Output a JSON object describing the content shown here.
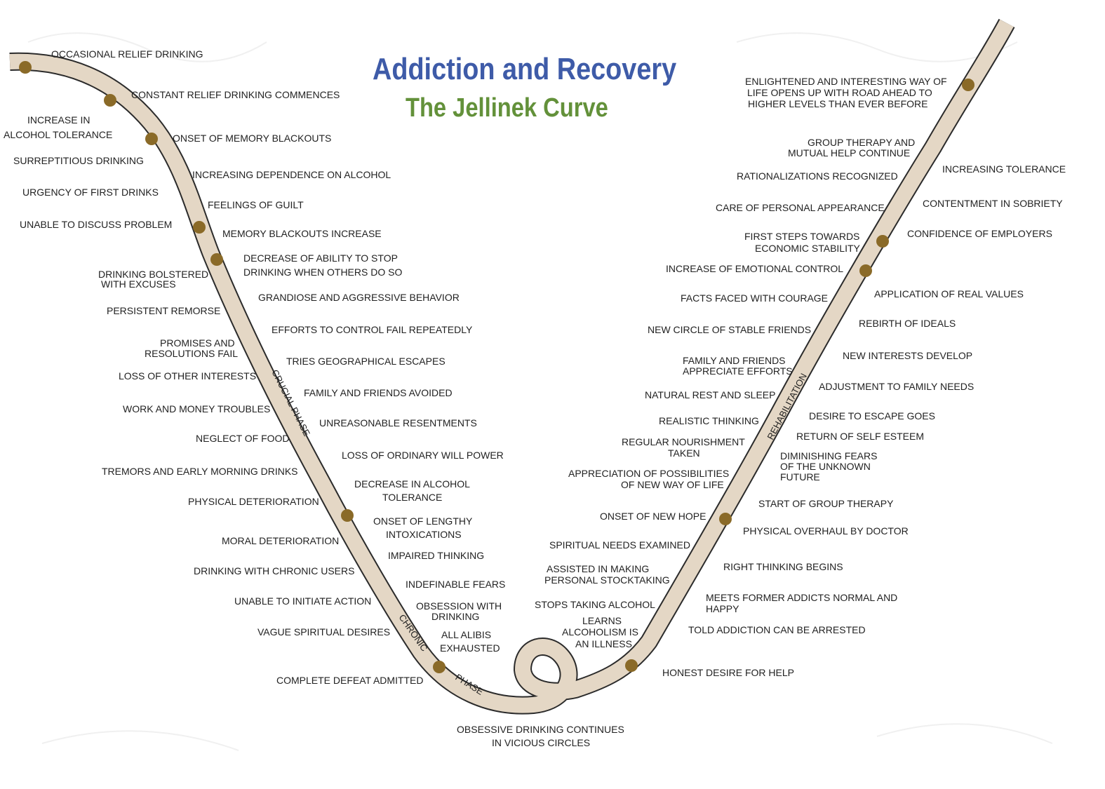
{
  "title": "Addiction and Recovery",
  "subtitle": "The Jellinek Curve",
  "colors": {
    "title": "#3e5ba8",
    "subtitle": "#63913a",
    "road_fill": "#e4d7c5",
    "road_edge": "#2b2b2b",
    "dot": "#8a6a28"
  },
  "phases": {
    "crucial": "CRUCIAL PHASE",
    "chronic": "CHRONIC",
    "chronic_phase": "PHASE",
    "rehabilitation": "REHABILITATION"
  },
  "left": [
    "OCCASIONAL RELIEF DRINKING",
    "CONSTANT RELIEF DRINKING COMMENCES",
    "INCREASE IN",
    "ALCOHOL TOLERANCE",
    "ONSET OF MEMORY BLACKOUTS",
    "SURREPTITIOUS DRINKING",
    "INCREASING DEPENDENCE ON ALCOHOL",
    "URGENCY OF FIRST DRINKS",
    "FEELINGS OF GUILT",
    "UNABLE TO DISCUSS PROBLEM",
    "MEMORY BLACKOUTS INCREASE",
    "DECREASE OF ABILITY TO STOP",
    "DRINKING WHEN OTHERS DO SO",
    "DRINKING BOLSTERED",
    "WITH EXCUSES",
    "GRANDIOSE AND AGGRESSIVE BEHAVIOR",
    "PERSISTENT REMORSE",
    "EFFORTS TO CONTROL FAIL REPEATEDLY",
    "PROMISES AND",
    "RESOLUTIONS FAIL",
    "TRIES GEOGRAPHICAL ESCAPES",
    "LOSS OF OTHER INTERESTS",
    "FAMILY AND FRIENDS AVOIDED",
    "WORK AND MONEY TROUBLES",
    "UNREASONABLE RESENTMENTS",
    "NEGLECT OF FOOD",
    "LOSS OF ORDINARY WILL POWER",
    "TREMORS AND EARLY MORNING DRINKS",
    "DECREASE IN ALCOHOL",
    "TOLERANCE",
    "PHYSICAL DETERIORATION",
    "ONSET OF LENGTHY",
    "INTOXICATIONS",
    "MORAL DETERIORATION",
    "IMPAIRED THINKING",
    "DRINKING WITH CHRONIC USERS",
    "INDEFINABLE FEARS",
    "UNABLE TO INITIATE ACTION",
    "OBSESSION WITH",
    "DRINKING",
    "VAGUE SPIRITUAL DESIRES",
    "ALL ALIBIS",
    "EXHAUSTED",
    "COMPLETE DEFEAT ADMITTED",
    "OBSESSIVE DRINKING CONTINUES",
    "IN VICIOUS CIRCLES"
  ],
  "right": [
    "ENLIGHTENED AND INTERESTING WAY OF",
    "LIFE OPENS UP WITH ROAD AHEAD TO",
    "HIGHER LEVELS THAN EVER BEFORE",
    "GROUP THERAPY AND",
    "MUTUAL HELP CONTINUE",
    "INCREASING TOLERANCE",
    "RATIONALIZATIONS RECOGNIZED",
    "CONTENTMENT IN SOBRIETY",
    "CARE OF PERSONAL APPEARANCE",
    "CONFIDENCE OF EMPLOYERS",
    "FIRST STEPS TOWARDS",
    "ECONOMIC STABILITY",
    "INCREASE OF EMOTIONAL CONTROL",
    "APPLICATION OF REAL VALUES",
    "FACTS FACED WITH COURAGE",
    "REBIRTH OF IDEALS",
    "NEW CIRCLE OF STABLE FRIENDS",
    "NEW INTERESTS DEVELOP",
    "FAMILY AND FRIENDS",
    "APPRECIATE EFFORTS",
    "ADJUSTMENT TO FAMILY NEEDS",
    "NATURAL REST AND SLEEP",
    "DESIRE TO ESCAPE GOES",
    "REALISTIC THINKING",
    "RETURN OF SELF ESTEEM",
    "REGULAR NOURISHMENT",
    "TAKEN",
    "DIMINISHING FEARS",
    "OF THE UNKNOWN",
    "FUTURE",
    "APPRECIATION OF POSSIBILITIES",
    "OF NEW WAY OF LIFE",
    "START OF GROUP THERAPY",
    "ONSET OF NEW HOPE",
    "PHYSICAL OVERHAUL BY DOCTOR",
    "SPIRITUAL NEEDS EXAMINED",
    "RIGHT THINKING BEGINS",
    "ASSISTED IN MAKING",
    "PERSONAL STOCKTAKING",
    "MEETS   FORMER  ADDICTS  NORMAL  AND",
    "HAPPY",
    "STOPS TAKING ALCOHOL",
    "LEARNS",
    "ALCOHOLISM IS",
    "AN ILLNESS",
    "TOLD ADDICTION CAN BE ARRESTED",
    "HONEST DESIRE FOR HELP"
  ]
}
